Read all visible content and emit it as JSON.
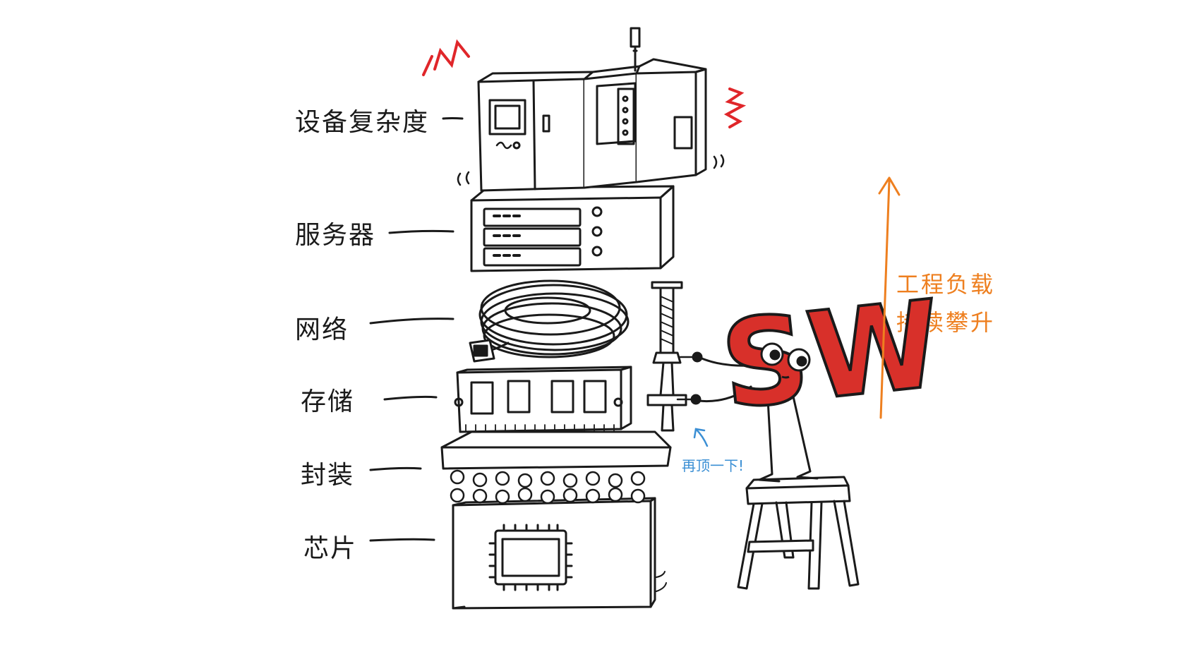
{
  "labels": {
    "equipment": "设备复杂度",
    "server": "服务器",
    "network": "网络",
    "storage": "存储",
    "packaging": "封装",
    "chip": "芯片"
  },
  "side_label": {
    "line1": "工程负载",
    "line2": "持续攀升"
  },
  "note": "再顶一下!",
  "mascot": {
    "logo_text": "SW"
  },
  "colors": {
    "ink": "#1a1a1a",
    "accent_orange": "#ee7f1f",
    "mascot_red": "#d8302a",
    "shake_red": "#e0262a",
    "note_blue": "#3b8fd4"
  }
}
